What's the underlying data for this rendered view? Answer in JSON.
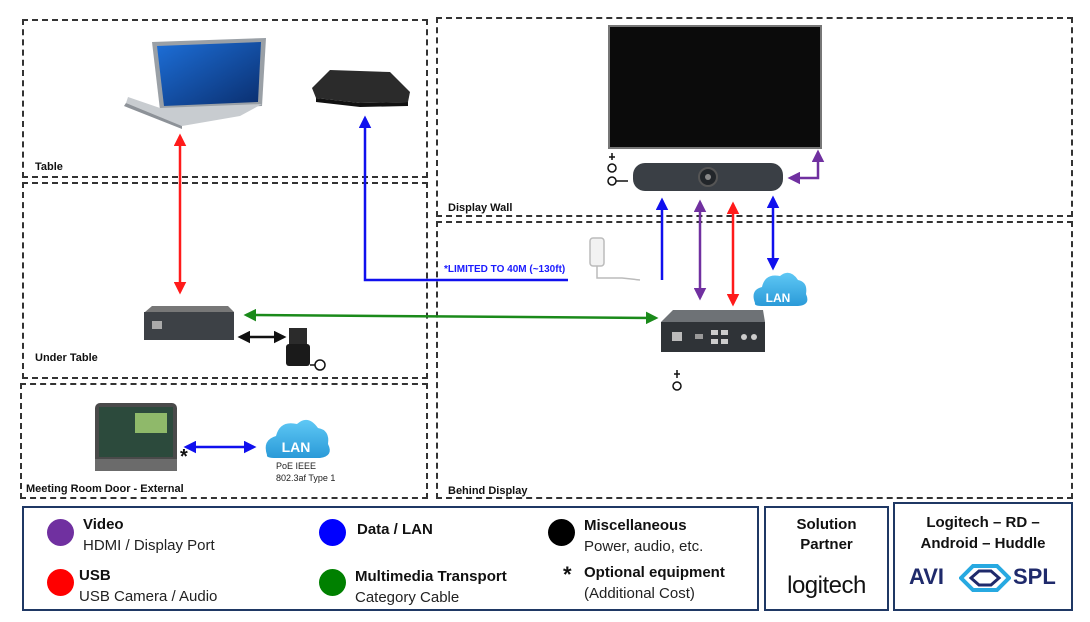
{
  "zones": {
    "table": "Table",
    "under_table": "Under Table",
    "meeting_room_door": "Meeting Room Door - External",
    "display_wall": "Display Wall",
    "behind_display": "Behind Display"
  },
  "notes": {
    "cable_limit": "*LIMITED TO 40M (~130ft)",
    "poe_line1": "PoE IEEE",
    "poe_line2": "802.3af Type 1",
    "lan_cloud_1": "LAN",
    "lan_cloud_2": "LAN",
    "optional_mark": "*"
  },
  "legend": {
    "video": {
      "title": "Video",
      "sub": "HDMI / Display Port",
      "color": "#7030a0"
    },
    "usb": {
      "title": "USB",
      "sub": "USB Camera / Audio",
      "color": "#ff0000"
    },
    "data": {
      "title": "Data / LAN",
      "color": "#0000ff"
    },
    "multimedia": {
      "title": "Multimedia Transport",
      "sub": "Category Cable",
      "color": "#008000"
    },
    "misc": {
      "title": "Miscellaneous",
      "sub": "Power, audio, etc.",
      "color": "#000000"
    },
    "optional": {
      "mark": "*",
      "title": "Optional equipment",
      "sub": "(Additional Cost)"
    }
  },
  "partner": {
    "heading_line1": "Solution",
    "heading_line2": "Partner",
    "logo_text": "logitech"
  },
  "config": {
    "line1": "Logitech – RD –",
    "line2": "Android – Huddle",
    "logo_left": "AVI",
    "logo_right": "SPL"
  }
}
